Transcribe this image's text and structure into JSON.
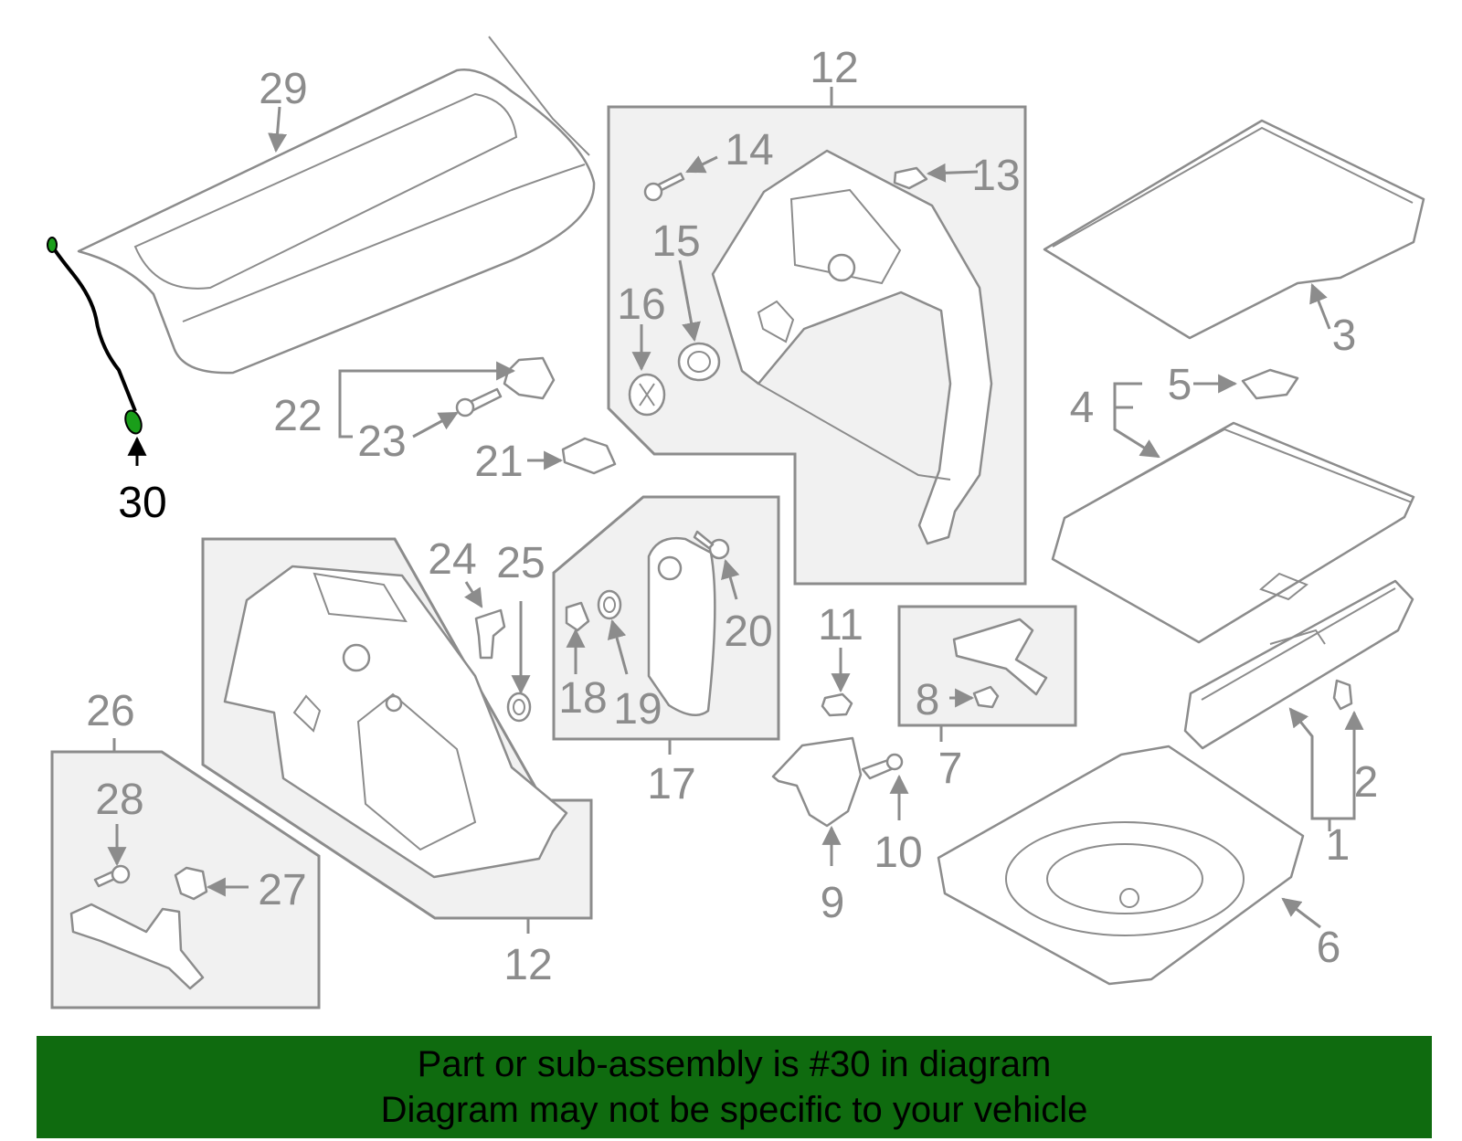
{
  "diagram": {
    "highlight_color": "#1a9e1a",
    "callouts": {
      "c1": "1",
      "c2": "2",
      "c3": "3",
      "c4": "4",
      "c5": "5",
      "c6": "6",
      "c7": "7",
      "c8": "8",
      "c9": "9",
      "c10": "10",
      "c11": "11",
      "c12a": "12",
      "c12b": "12",
      "c13": "13",
      "c14": "14",
      "c15": "15",
      "c16": "16",
      "c17": "17",
      "c18": "18",
      "c19": "19",
      "c20": "20",
      "c21": "21",
      "c22": "22",
      "c23": "23",
      "c24": "24",
      "c25": "25",
      "c26": "26",
      "c27": "27",
      "c28": "28",
      "c29": "29",
      "c30": "30"
    }
  },
  "banner": {
    "background": "#0f6b0f",
    "line1": "Part or sub-assembly is #30 in diagram",
    "line2": "Diagram may not be specific to your vehicle"
  }
}
